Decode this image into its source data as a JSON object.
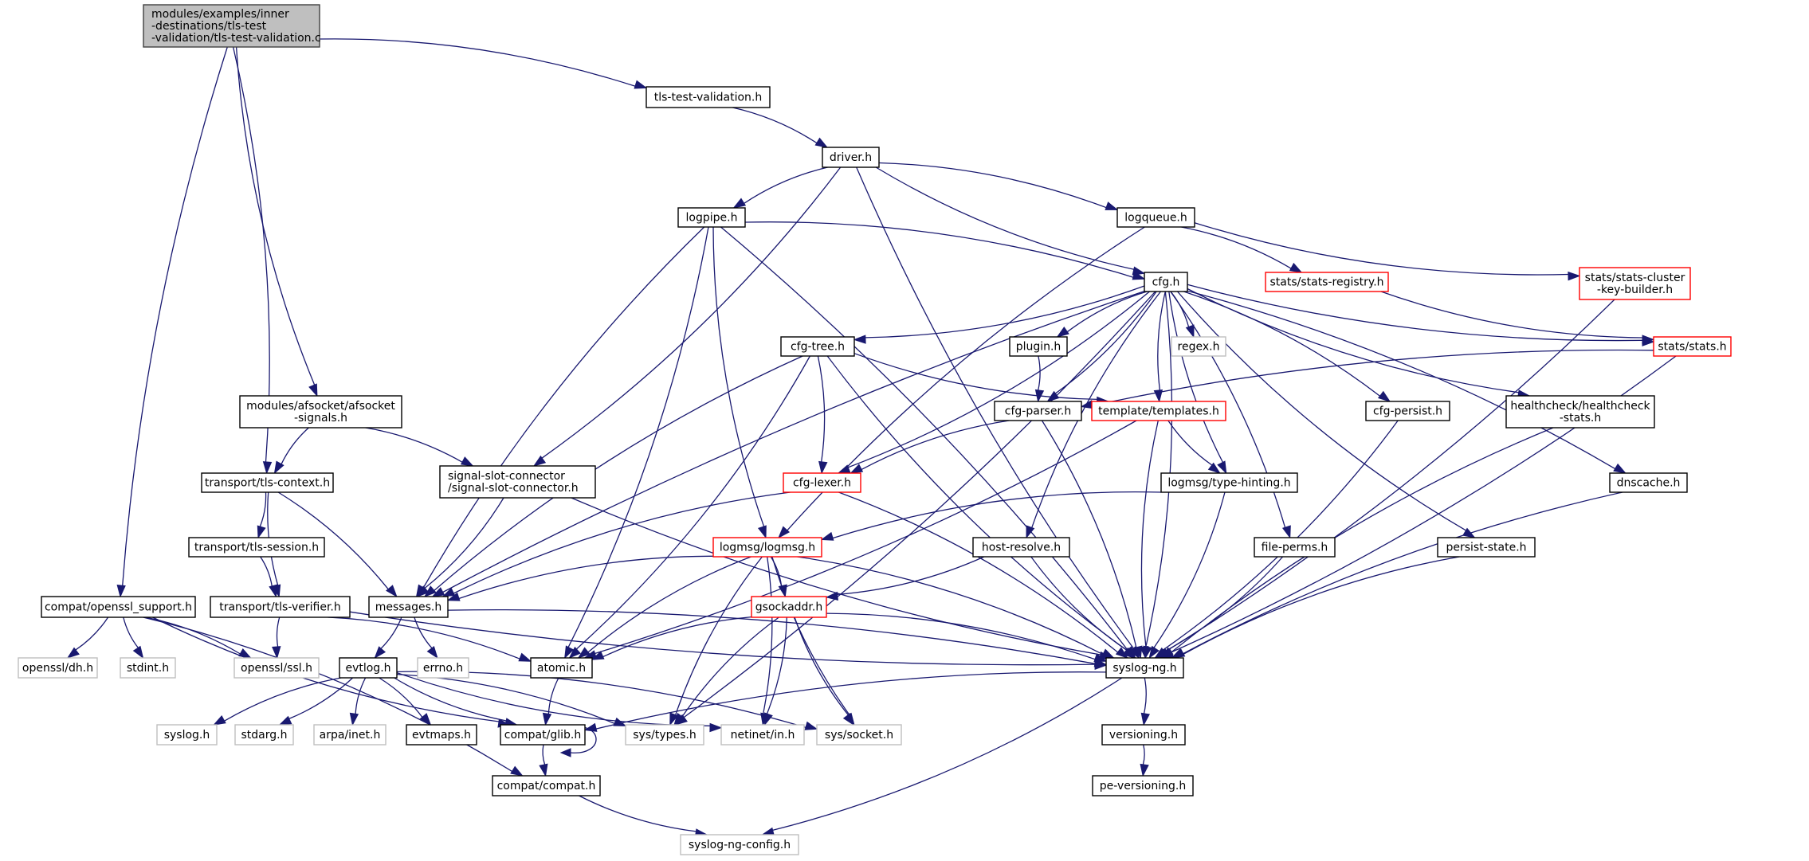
{
  "diagram": {
    "type": "include-dependency-graph",
    "colors": {
      "edge": "#191970",
      "root_fill": "#bfbfbf",
      "documented_border": "#000000",
      "truncated_border": "#ff0000",
      "external_border": "#bfbfbf",
      "external_text": "#000000",
      "background": "#ffffff"
    },
    "nodes": [
      {
        "id": "root",
        "kind": "root",
        "lines": [
          "modules/examples/inner",
          "-destinations/tls-test",
          "-validation/tls-test-validation.c"
        ]
      },
      {
        "id": "tls-test-validation",
        "kind": "normal",
        "lines": [
          "tls-test-validation.h"
        ]
      },
      {
        "id": "driver",
        "kind": "normal",
        "lines": [
          "driver.h"
        ]
      },
      {
        "id": "logpipe",
        "kind": "normal",
        "lines": [
          "logpipe.h"
        ]
      },
      {
        "id": "logqueue",
        "kind": "normal",
        "lines": [
          "logqueue.h"
        ]
      },
      {
        "id": "cfg",
        "kind": "normal",
        "lines": [
          "cfg.h"
        ]
      },
      {
        "id": "stats-registry",
        "kind": "truncated",
        "lines": [
          "stats/stats-registry.h"
        ]
      },
      {
        "id": "stats-cluster-key-builder",
        "kind": "truncated",
        "lines": [
          "stats/stats-cluster",
          "-key-builder.h"
        ]
      },
      {
        "id": "cfg-tree",
        "kind": "normal",
        "lines": [
          "cfg-tree.h"
        ]
      },
      {
        "id": "plugin",
        "kind": "normal",
        "lines": [
          "plugin.h"
        ]
      },
      {
        "id": "regex",
        "kind": "external",
        "lines": [
          "regex.h"
        ]
      },
      {
        "id": "stats",
        "kind": "truncated",
        "lines": [
          "stats/stats.h"
        ]
      },
      {
        "id": "afsocket-signals",
        "kind": "normal",
        "lines": [
          "modules/afsocket/afsocket",
          "-signals.h"
        ]
      },
      {
        "id": "cfg-parser",
        "kind": "normal",
        "lines": [
          "cfg-parser.h"
        ]
      },
      {
        "id": "templates",
        "kind": "truncated",
        "lines": [
          "template/templates.h"
        ]
      },
      {
        "id": "cfg-persist",
        "kind": "normal",
        "lines": [
          "cfg-persist.h"
        ]
      },
      {
        "id": "healthcheck-stats",
        "kind": "normal",
        "lines": [
          "healthcheck/healthcheck",
          "-stats.h"
        ]
      },
      {
        "id": "signal-slot-connector",
        "kind": "normal",
        "lines": [
          "signal-slot-connector",
          "/signal-slot-connector.h"
        ]
      },
      {
        "id": "tls-context",
        "kind": "normal",
        "lines": [
          "transport/tls-context.h"
        ]
      },
      {
        "id": "cfg-lexer",
        "kind": "truncated",
        "lines": [
          "cfg-lexer.h"
        ]
      },
      {
        "id": "type-hinting",
        "kind": "normal",
        "lines": [
          "logmsg/type-hinting.h"
        ]
      },
      {
        "id": "dnscache",
        "kind": "normal",
        "lines": [
          "dnscache.h"
        ]
      },
      {
        "id": "tls-session",
        "kind": "normal",
        "lines": [
          "transport/tls-session.h"
        ]
      },
      {
        "id": "logmsg",
        "kind": "truncated",
        "lines": [
          "logmsg/logmsg.h"
        ]
      },
      {
        "id": "host-resolve",
        "kind": "normal",
        "lines": [
          "host-resolve.h"
        ]
      },
      {
        "id": "file-perms",
        "kind": "normal",
        "lines": [
          "file-perms.h"
        ]
      },
      {
        "id": "persist-state",
        "kind": "normal",
        "lines": [
          "persist-state.h"
        ]
      },
      {
        "id": "openssl-support",
        "kind": "normal",
        "lines": [
          "compat/openssl_support.h"
        ]
      },
      {
        "id": "tls-verifier",
        "kind": "normal",
        "lines": [
          "transport/tls-verifier.h"
        ]
      },
      {
        "id": "messages",
        "kind": "normal",
        "lines": [
          "messages.h"
        ]
      },
      {
        "id": "gsockaddr",
        "kind": "truncated",
        "lines": [
          "gsockaddr.h"
        ]
      },
      {
        "id": "syslog-ng",
        "kind": "normal",
        "lines": [
          "syslog-ng.h"
        ]
      },
      {
        "id": "openssl-dh",
        "kind": "external",
        "lines": [
          "openssl/dh.h"
        ]
      },
      {
        "id": "stdint",
        "kind": "external",
        "lines": [
          "stdint.h"
        ]
      },
      {
        "id": "openssl-ssl",
        "kind": "external",
        "lines": [
          "openssl/ssl.h"
        ]
      },
      {
        "id": "evtlog",
        "kind": "normal",
        "lines": [
          "evtlog.h"
        ]
      },
      {
        "id": "errno",
        "kind": "external",
        "lines": [
          "errno.h"
        ]
      },
      {
        "id": "atomic",
        "kind": "normal",
        "lines": [
          "atomic.h"
        ]
      },
      {
        "id": "syslog",
        "kind": "external",
        "lines": [
          "syslog.h"
        ]
      },
      {
        "id": "stdarg",
        "kind": "external",
        "lines": [
          "stdarg.h"
        ]
      },
      {
        "id": "arpa-inet",
        "kind": "external",
        "lines": [
          "arpa/inet.h"
        ]
      },
      {
        "id": "evtmaps",
        "kind": "normal",
        "lines": [
          "evtmaps.h"
        ]
      },
      {
        "id": "compat-glib",
        "kind": "normal",
        "lines": [
          "compat/glib.h"
        ]
      },
      {
        "id": "sys-types",
        "kind": "external",
        "lines": [
          "sys/types.h"
        ]
      },
      {
        "id": "netinet-in",
        "kind": "external",
        "lines": [
          "netinet/in.h"
        ]
      },
      {
        "id": "sys-socket",
        "kind": "external",
        "lines": [
          "sys/socket.h"
        ]
      },
      {
        "id": "versioning",
        "kind": "normal",
        "lines": [
          "versioning.h"
        ]
      },
      {
        "id": "compat-compat",
        "kind": "normal",
        "lines": [
          "compat/compat.h"
        ]
      },
      {
        "id": "pe-versioning",
        "kind": "normal",
        "lines": [
          "pe-versioning.h"
        ]
      },
      {
        "id": "syslog-ng-config",
        "kind": "external",
        "lines": [
          "syslog-ng-config.h"
        ]
      }
    ],
    "edges": [
      [
        "root",
        "tls-test-validation"
      ],
      [
        "root",
        "openssl-support"
      ],
      [
        "root",
        "tls-context"
      ],
      [
        "root",
        "afsocket-signals"
      ],
      [
        "tls-test-validation",
        "driver"
      ],
      [
        "driver",
        "logpipe"
      ],
      [
        "driver",
        "logqueue"
      ],
      [
        "driver",
        "cfg"
      ],
      [
        "driver",
        "signal-slot-connector"
      ],
      [
        "driver",
        "syslog-ng"
      ],
      [
        "logpipe",
        "cfg"
      ],
      [
        "logpipe",
        "messages"
      ],
      [
        "logpipe",
        "atomic"
      ],
      [
        "logpipe",
        "logmsg"
      ],
      [
        "logpipe",
        "syslog-ng"
      ],
      [
        "logqueue",
        "logmsg"
      ],
      [
        "logqueue",
        "stats-registry"
      ],
      [
        "logqueue",
        "stats-cluster-key-builder"
      ],
      [
        "cfg",
        "cfg-tree"
      ],
      [
        "cfg",
        "plugin"
      ],
      [
        "cfg",
        "regex"
      ],
      [
        "cfg",
        "stats"
      ],
      [
        "cfg",
        "cfg-parser"
      ],
      [
        "cfg",
        "templates"
      ],
      [
        "cfg",
        "cfg-persist"
      ],
      [
        "cfg",
        "healthcheck-stats"
      ],
      [
        "cfg",
        "cfg-lexer"
      ],
      [
        "cfg",
        "type-hinting"
      ],
      [
        "cfg",
        "dnscache"
      ],
      [
        "cfg",
        "host-resolve"
      ],
      [
        "cfg",
        "file-perms"
      ],
      [
        "cfg",
        "persist-state"
      ],
      [
        "cfg",
        "syslog-ng"
      ],
      [
        "cfg",
        "messages"
      ],
      [
        "cfg",
        "sys-types"
      ],
      [
        "stats-registry",
        "stats"
      ],
      [
        "stats-cluster-key-builder",
        "syslog-ng"
      ],
      [
        "cfg-tree",
        "templates"
      ],
      [
        "cfg-tree",
        "cfg-lexer"
      ],
      [
        "cfg-tree",
        "messages"
      ],
      [
        "cfg-tree",
        "atomic"
      ],
      [
        "cfg-tree",
        "syslog-ng"
      ],
      [
        "plugin",
        "cfg-parser"
      ],
      [
        "stats",
        "cfg-parser"
      ],
      [
        "stats",
        "syslog-ng"
      ],
      [
        "afsocket-signals",
        "tls-context"
      ],
      [
        "afsocket-signals",
        "signal-slot-connector"
      ],
      [
        "cfg-parser",
        "cfg-lexer"
      ],
      [
        "cfg-parser",
        "syslog-ng"
      ],
      [
        "templates",
        "type-hinting"
      ],
      [
        "templates",
        "atomic"
      ],
      [
        "templates",
        "syslog-ng"
      ],
      [
        "cfg-persist",
        "syslog-ng"
      ],
      [
        "healthcheck-stats",
        "syslog-ng"
      ],
      [
        "signal-slot-connector",
        "messages"
      ],
      [
        "signal-slot-connector",
        "syslog-ng"
      ],
      [
        "tls-context",
        "tls-session"
      ],
      [
        "tls-context",
        "tls-verifier"
      ],
      [
        "tls-context",
        "messages"
      ],
      [
        "cfg-lexer",
        "messages"
      ],
      [
        "cfg-lexer",
        "syslog-ng"
      ],
      [
        "type-hinting",
        "logmsg"
      ],
      [
        "type-hinting",
        "syslog-ng"
      ],
      [
        "dnscache",
        "syslog-ng"
      ],
      [
        "tls-session",
        "tls-verifier"
      ],
      [
        "logmsg",
        "messages"
      ],
      [
        "logmsg",
        "gsockaddr"
      ],
      [
        "logmsg",
        "atomic"
      ],
      [
        "logmsg",
        "syslog-ng"
      ],
      [
        "logmsg",
        "sys-types"
      ],
      [
        "logmsg",
        "netinet-in"
      ],
      [
        "logmsg",
        "sys-socket"
      ],
      [
        "host-resolve",
        "gsockaddr"
      ],
      [
        "host-resolve",
        "syslog-ng"
      ],
      [
        "file-perms",
        "syslog-ng"
      ],
      [
        "persist-state",
        "syslog-ng"
      ],
      [
        "openssl-support",
        "openssl-dh"
      ],
      [
        "openssl-support",
        "stdint"
      ],
      [
        "openssl-support",
        "openssl-ssl"
      ],
      [
        "openssl-support",
        "compat-glib"
      ],
      [
        "openssl-support",
        "compat-compat"
      ],
      [
        "tls-verifier",
        "openssl-ssl"
      ],
      [
        "tls-verifier",
        "atomic"
      ],
      [
        "tls-verifier",
        "syslog-ng"
      ],
      [
        "messages",
        "evtlog"
      ],
      [
        "messages",
        "errno"
      ],
      [
        "messages",
        "syslog-ng"
      ],
      [
        "gsockaddr",
        "atomic"
      ],
      [
        "gsockaddr",
        "syslog-ng"
      ],
      [
        "gsockaddr",
        "sys-types"
      ],
      [
        "gsockaddr",
        "netinet-in"
      ],
      [
        "gsockaddr",
        "sys-socket"
      ],
      [
        "syslog-ng",
        "versioning"
      ],
      [
        "syslog-ng",
        "compat-glib"
      ],
      [
        "syslog-ng",
        "syslog-ng-config"
      ],
      [
        "evtlog",
        "syslog"
      ],
      [
        "evtlog",
        "stdarg"
      ],
      [
        "evtlog",
        "arpa-inet"
      ],
      [
        "evtlog",
        "evtmaps"
      ],
      [
        "evtlog",
        "compat-glib"
      ],
      [
        "evtlog",
        "sys-types"
      ],
      [
        "evtlog",
        "netinet-in"
      ],
      [
        "evtlog",
        "sys-socket"
      ],
      [
        "atomic",
        "compat-glib"
      ],
      [
        "compat-glib",
        "compat-glib"
      ],
      [
        "compat-glib",
        "compat-compat"
      ],
      [
        "versioning",
        "pe-versioning"
      ],
      [
        "compat-compat",
        "syslog-ng-config"
      ]
    ]
  }
}
